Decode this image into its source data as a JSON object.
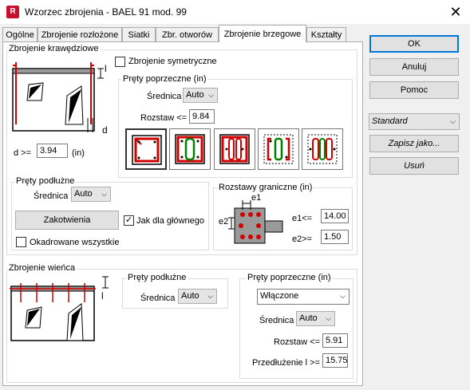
{
  "window": {
    "title": "Wzorzec zbrojenia - BAEL 91 mod. 99",
    "app_icon_letter": "R"
  },
  "tabs": [
    "Ogólne",
    "Zbrojenie rozłożone",
    "Siatki",
    "Zbr. otworów",
    "Zbrojenie brzegowe",
    "Kształty"
  ],
  "active_tab": "Zbrojenie brzegowe",
  "edge": {
    "group_label": "Zbrojenie krawędziowe",
    "diagram_label_l": "l",
    "diagram_label_d": "d",
    "symmetric_label": "Zbrojenie symetryczne",
    "symmetric_checked": false,
    "d_label": "d >=",
    "d_value": "3.94",
    "d_unit": "(in)",
    "transverse": {
      "label": "Pręty poprzeczne (in)",
      "diameter_label": "Średnica",
      "diameter_value": "Auto",
      "spacing_label": "Rozstaw <=",
      "spacing_value": "9.84"
    }
  },
  "longitudinal": {
    "label": "Pręty podłużne",
    "diameter_label": "Średnica",
    "diameter_value": "Auto",
    "anchors_button": "Zakotwienia",
    "like_main_label": "Jak dla głównego",
    "like_main_checked": true,
    "stirrup_all_label": "Okadrowane wszystkie",
    "stirrup_all_checked": false
  },
  "limits": {
    "label": "Rozstawy graniczne (in)",
    "diagram_e1": "e1",
    "diagram_e2": "e2",
    "e1_label": "e1<=",
    "e1_value": "14.00",
    "e2_label": "e2>=",
    "e2_value": "1.50"
  },
  "crown": {
    "group_label": "Zbrojenie wieńca",
    "diagram_label_l": "l",
    "longitudinal_label": "Pręty podłużne",
    "long_diameter_label": "Średnica",
    "long_diameter_value": "Auto",
    "transverse_label": "Pręty poprzeczne (in)",
    "transverse_mode": "Włączone",
    "trans_diameter_label": "Średnica",
    "trans_diameter_value": "Auto",
    "spacing_label": "Rozstaw <=",
    "spacing_value": "5.91",
    "extension_label": "Przedłużenie l >=",
    "extension_value": "15.75"
  },
  "side": {
    "ok": "OK",
    "cancel": "Anuluj",
    "help": "Pomoc",
    "preset_value": "Standard",
    "save_as": "Zapisz jako...",
    "delete": "Usuń"
  },
  "colors": {
    "rebar_red": "#d00000",
    "rebar_green": "#008000",
    "accent": "#0078d7"
  }
}
